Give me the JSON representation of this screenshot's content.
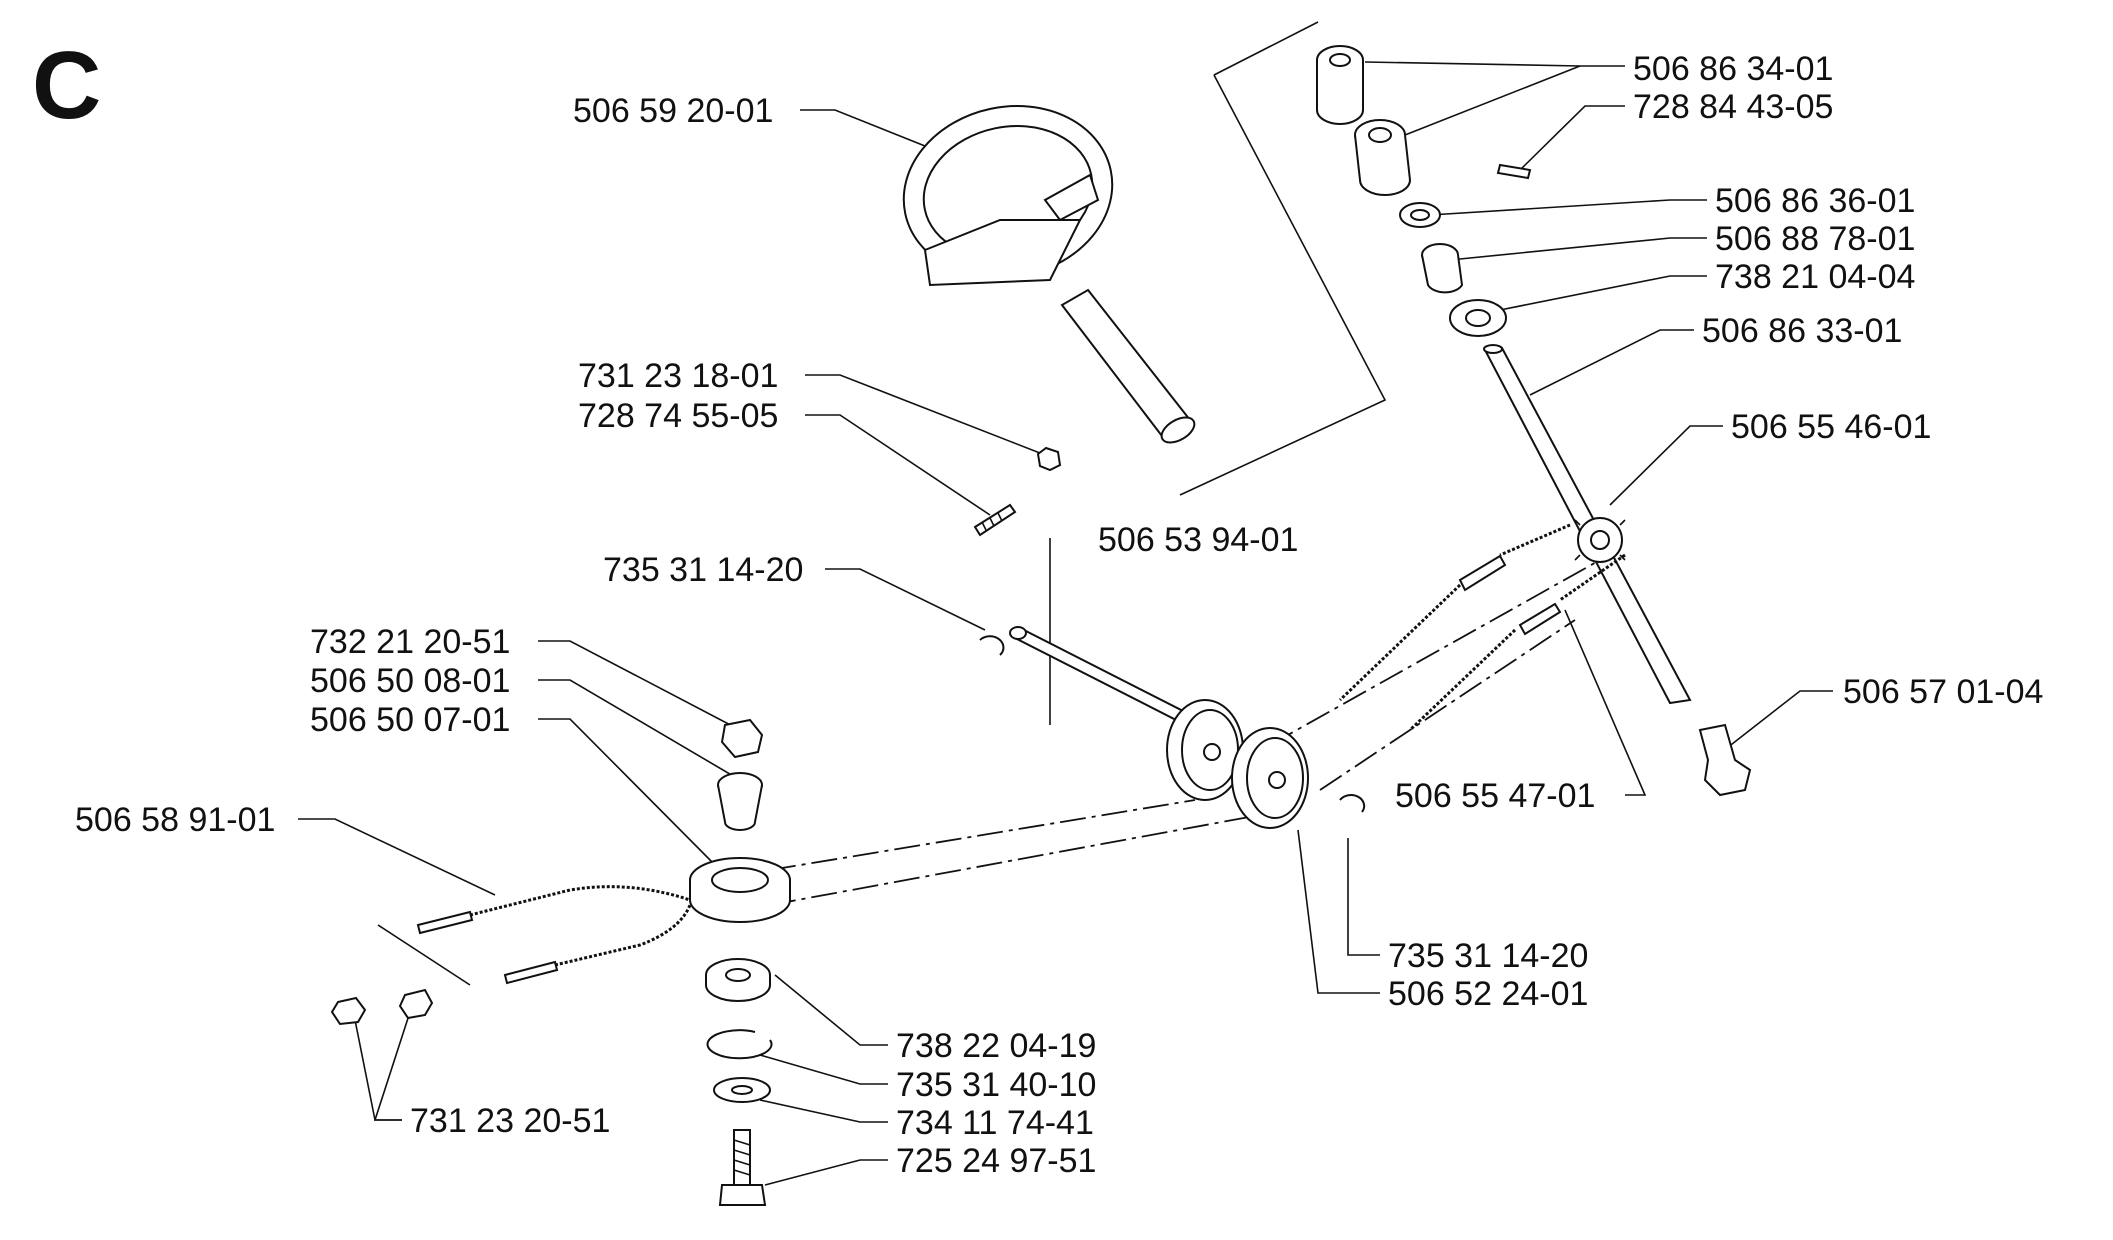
{
  "section_letter": "C",
  "labels": [
    "506 59 20-01",
    "731 23 18-01",
    "728 74 55-05",
    "506 86 34-01",
    "728 84 43-05",
    "506 86 36-01",
    "506 88 78-01",
    "738 21 04-04",
    "506 86 33-01",
    "506 55 46-01",
    "506 53 94-01",
    "735 31 14-20",
    "732 21 20-51",
    "506 50 08-01",
    "506 50 07-01",
    "506 58 91-01",
    "506 57 01-04",
    "506 55 47-01",
    "735 31 14-20",
    "506 52 24-01",
    "738 22 04-19",
    "735 31 40-10",
    "734 11 74-41",
    "725 24 97-51",
    "731 23 20-51"
  ]
}
